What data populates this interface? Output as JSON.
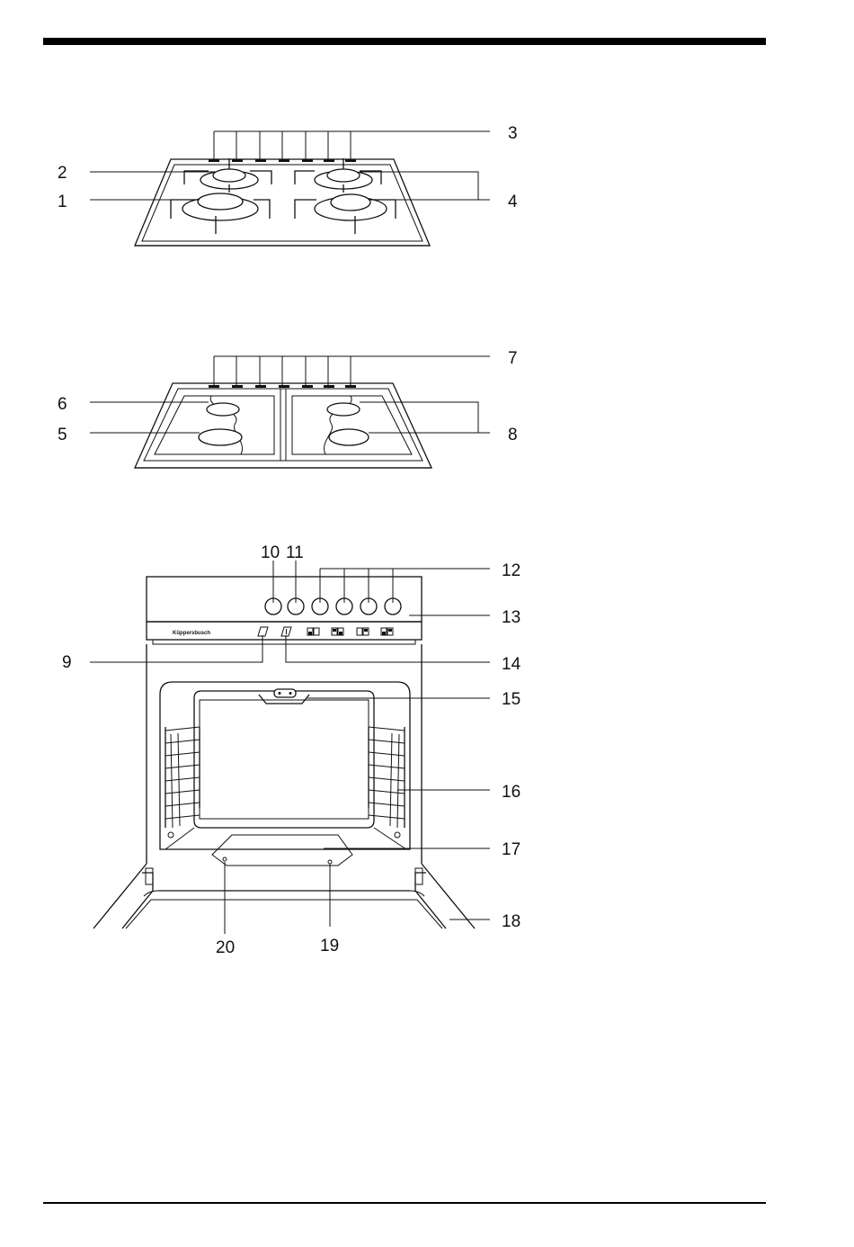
{
  "brand_label": "Küppersbusch",
  "callouts": {
    "hob1": {
      "c1": "1",
      "c2": "2",
      "c3": "3",
      "c4": "4"
    },
    "hob2": {
      "c5": "5",
      "c6": "6",
      "c7": "7",
      "c8": "8"
    },
    "oven": {
      "c9": "9",
      "c10": "10",
      "c11": "11",
      "c12": "12",
      "c13": "13",
      "c14": "14",
      "c15": "15",
      "c16": "16",
      "c17": "17",
      "c18": "18",
      "c19": "19",
      "c20": "20"
    }
  }
}
